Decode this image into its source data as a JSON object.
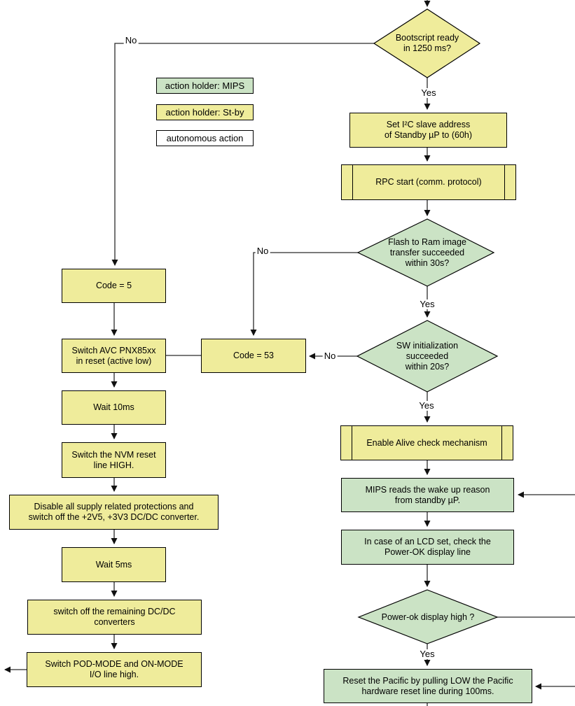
{
  "nodes": {
    "bootscript": "Bootscript ready\nin 1250 ms?",
    "set_i2c": "Set I²C slave address\nof Standby µP to (60h)",
    "rpc_start": "RPC start (comm. protocol)",
    "flash_to_ram": "Flash to Ram image\ntransfer succeeded\nwithin 30s?",
    "sw_init": "SW initialization\nsucceeded\nwithin 20s?",
    "enable_alive": "Enable Alive check mechanism",
    "mips_reads": "MIPS reads the wake up reason\nfrom standby µP.",
    "lcd_check": "In case of an LCD set, check the\nPower-OK display line",
    "power_ok": "Power-ok display high ?",
    "reset_pacific": "Reset the Pacific by pulling LOW the Pacific\nhardware reset line during 100ms.",
    "code5": "Code = 5",
    "code53": "Code = 53",
    "switch_avc": "Switch AVC PNX85xx\nin reset (active low)",
    "wait10": "Wait 10ms",
    "nvm_reset": "Switch the NVM reset\nline HIGH.",
    "disable_supply": "Disable all supply related protections and\nswitch off the +2V5, +3V3 DC/DC converter.",
    "wait5": "Wait 5ms",
    "switch_off_dcdc": "switch off the remaining DC/DC\nconverters",
    "pod_mode": "Switch POD-MODE and ON-MODE\nI/O line high."
  },
  "legend": {
    "mips": "action holder: MIPS",
    "stby": "action holder: St-by",
    "auto": "autonomous action"
  },
  "labels": {
    "yes1": "Yes",
    "yes2": "Yes",
    "yes3": "Yes",
    "yes4": "Yes",
    "no1": "No",
    "no2": "No",
    "no3": "No"
  },
  "colors": {
    "stby_yellow": "#efec9b",
    "mips_green": "#cbe3c5",
    "line": "#2b2b2b"
  }
}
